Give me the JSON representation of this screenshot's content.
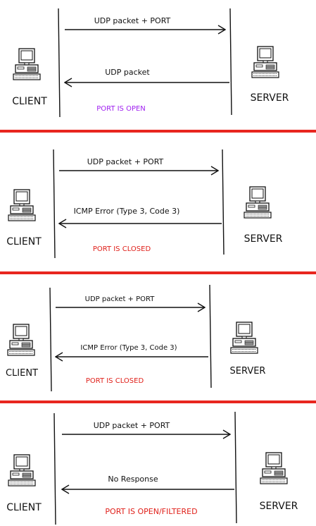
{
  "colors": {
    "separator": "#e8261f",
    "open": "#a020f0",
    "closed": "#e0201a",
    "ink": "#111111",
    "computer_fill": "#ffffff",
    "computer_shade": "#9a9a9a"
  },
  "icons": {
    "client": "desktop-computer-icon",
    "server": "desktop-computer-icon"
  },
  "panels": [
    {
      "client_label": "CLIENT",
      "server_label": "SERVER",
      "request_label": "UDP packet + PORT",
      "response_label": "UDP packet",
      "result_label": "PORT IS OPEN",
      "result_color_key": "open"
    },
    {
      "client_label": "CLIENT",
      "server_label": "SERVER",
      "request_label": "UDP packet + PORT",
      "response_label": "ICMP Error (Type 3, Code 3)",
      "result_label": "PORT IS CLOSED",
      "result_color_key": "closed"
    },
    {
      "client_label": "CLIENT",
      "server_label": "SERVER",
      "request_label": "UDP packet + PORT",
      "response_label": "ICMP Error (Type 3, Code 3)",
      "result_label": "PORT IS CLOSED",
      "result_color_key": "closed"
    },
    {
      "client_label": "CLIENT",
      "server_label": "SERVER",
      "request_label": "UDP packet + PORT",
      "response_label": "No Response",
      "result_label": "PORT IS OPEN/FILTERED",
      "result_color_key": "closed"
    }
  ]
}
